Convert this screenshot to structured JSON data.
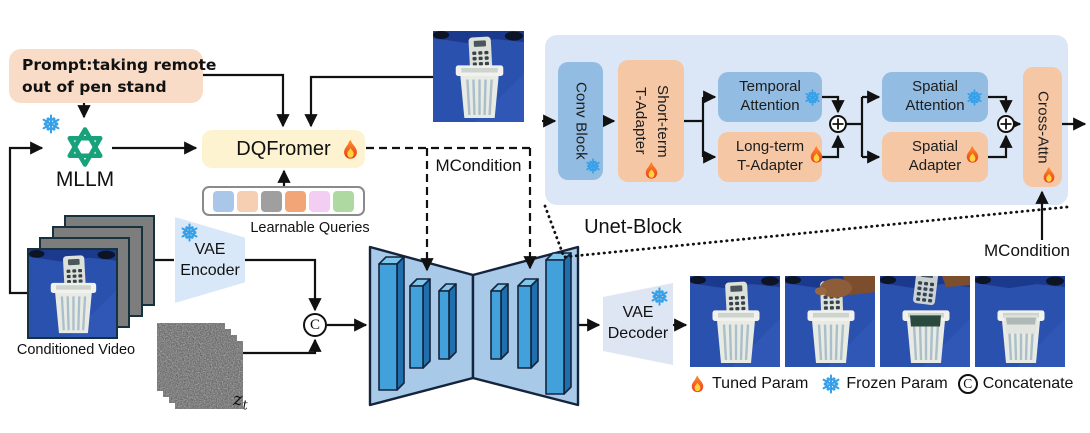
{
  "prompt": {
    "line1": "Prompt:taking remote",
    "line2": "out of pen stand"
  },
  "mllm_label": "MLLM",
  "dqformer_label": "DQFromer",
  "learnable_queries_label": "Learnable Queries",
  "query_colors": [
    "#aac7e9",
    "#f6cfb2",
    "#9f9f9f",
    "#f2a678",
    "#f3cef2",
    "#aedaa2"
  ],
  "conditioned_video_label": "Conditioned Video",
  "vae_encoder": {
    "line1": "VAE",
    "line2": "Encoder"
  },
  "vae_decoder": {
    "line1": "VAE",
    "line2": "Decoder"
  },
  "zt": {
    "base": "z",
    "sub": "t"
  },
  "concat_symbol": "C",
  "mcondition_center": "MCondition",
  "mcondition_right": "MCondition",
  "unet_block_label": "Unet-Block",
  "panel": {
    "conv_block": "Conv Block",
    "short_term_1": "Short-term",
    "short_term_2": "T-Adapter",
    "temporal_1": "Temporal",
    "temporal_2": "Attention",
    "long_term_1": "Long-term",
    "long_term_2": "T-Adapter",
    "spatial_attn_1": "Spatial",
    "spatial_attn_2": "Attention",
    "spatial_adapter_1": "Spatial",
    "spatial_adapter_2": "Adapter",
    "cross_attn": "Cross-Attn"
  },
  "legend": {
    "tuned": "Tuned Param",
    "frozen": "Frozen Param",
    "concatenate": "Concatenate"
  },
  "colors": {
    "prompt_bg": "#f8dcc7",
    "dqformer_bg": "#fdf3d1",
    "panel_bg": "#dbe7f6",
    "blue_box": "#93bce2",
    "peach_box": "#f5c7a5",
    "snow": "#35a0e8",
    "unet_fill": "#a9c9e9"
  }
}
